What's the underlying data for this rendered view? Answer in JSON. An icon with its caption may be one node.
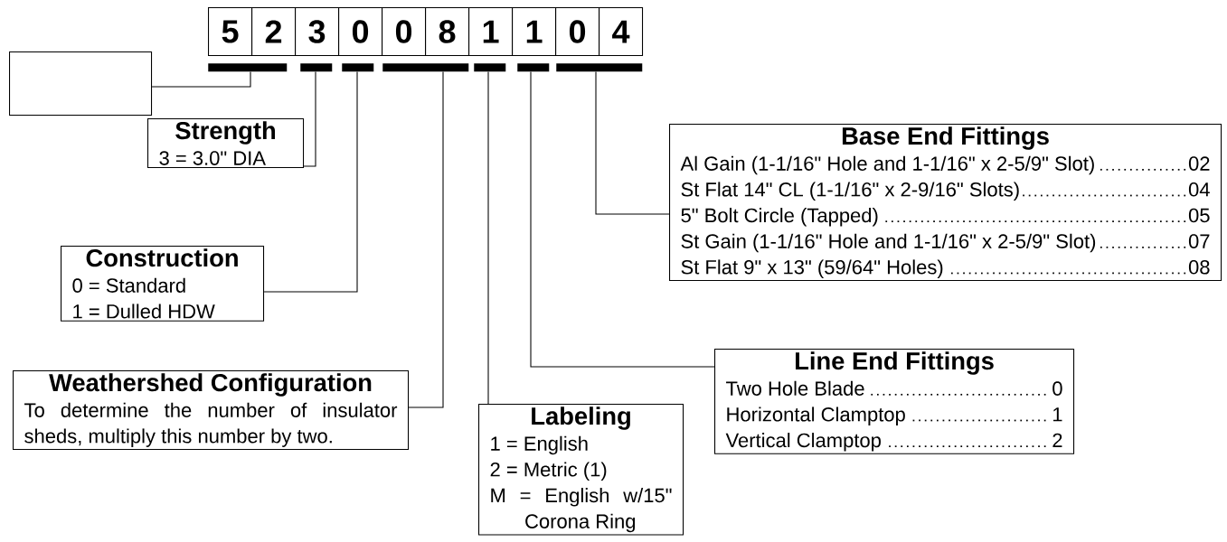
{
  "diagram": {
    "nodes": [
      {
        "text": [
          "5"
        ]
      },
      {
        "text": [
          "2"
        ]
      },
      {
        "text": [
          "3"
        ]
      },
      {
        "text": [
          "0"
        ]
      },
      {
        "text": [
          "0"
        ]
      },
      {
        "text": [
          "8"
        ]
      },
      {
        "text": [
          "1"
        ]
      },
      {
        "text": [
          "1"
        ]
      },
      {
        "text": [
          "0"
        ]
      },
      {
        "text": [
          "4"
        ]
      },
      {
        "text": [],
        "shape": "bar"
      },
      {
        "text": [],
        "shape": "bar"
      },
      {
        "text": [],
        "shape": "bar"
      },
      {
        "text": [],
        "shape": "bar"
      },
      {
        "text": [],
        "shape": "bar"
      },
      {
        "text": [],
        "shape": "bar"
      },
      {
        "text": [],
        "shape": "bar"
      },
      {
        "text": [],
        "shape": "box"
      },
      {
        "text": [
          "Base End Fittings",
          "Al Gain (1-1/16\" Hole and 1-1/16\" x 2-5/9\" Slot)",
          "02",
          "St Flat 14\" CL (1-1/16\" x 2-9/16\" Slots)",
          "04",
          "5\" Bolt Circle (Tapped)",
          "05",
          "St Gain (1-1/16\" Hole and 1-1/16\" x 2-5/9\" Slot)",
          "07",
          "St Flat 9\" x 13\" (59/64\" Holes)",
          "08"
        ]
      },
      {
        "text": [
          "Strength",
          "3 = 3.0\" DIA"
        ]
      },
      {
        "text": [
          "Construction",
          "0 = Standard",
          "1 = Dulled HDW"
        ]
      },
      {
        "text": [
          "Line End Fittings",
          "Two Hole Blade",
          "0",
          "Horizontal Clamptop",
          "1",
          "Vertical Clamptop",
          "2"
        ]
      },
      {
        "text": [
          "Weathershed Configuration",
          "To determine the number of insulator sheds, multiply this number by two."
        ]
      },
      {
        "text": [
          "Labeling",
          "1 = English",
          "2 = Metric (1)",
          "M = English w/15\" Corona Ring"
        ]
      }
    ],
    "edges": [
      {
        "from": 17,
        "to": 10,
        "arrow": "none"
      },
      {
        "from": 19,
        "to": 11,
        "arrow": "none"
      },
      {
        "from": 20,
        "to": 12,
        "arrow": "none"
      },
      {
        "from": 22,
        "to": 13,
        "arrow": "none"
      },
      {
        "from": 23,
        "to": 14,
        "arrow": "none"
      },
      {
        "from": 21,
        "to": 15,
        "arrow": "none"
      },
      {
        "from": 18,
        "to": 16,
        "arrow": "none"
      }
    ]
  }
}
